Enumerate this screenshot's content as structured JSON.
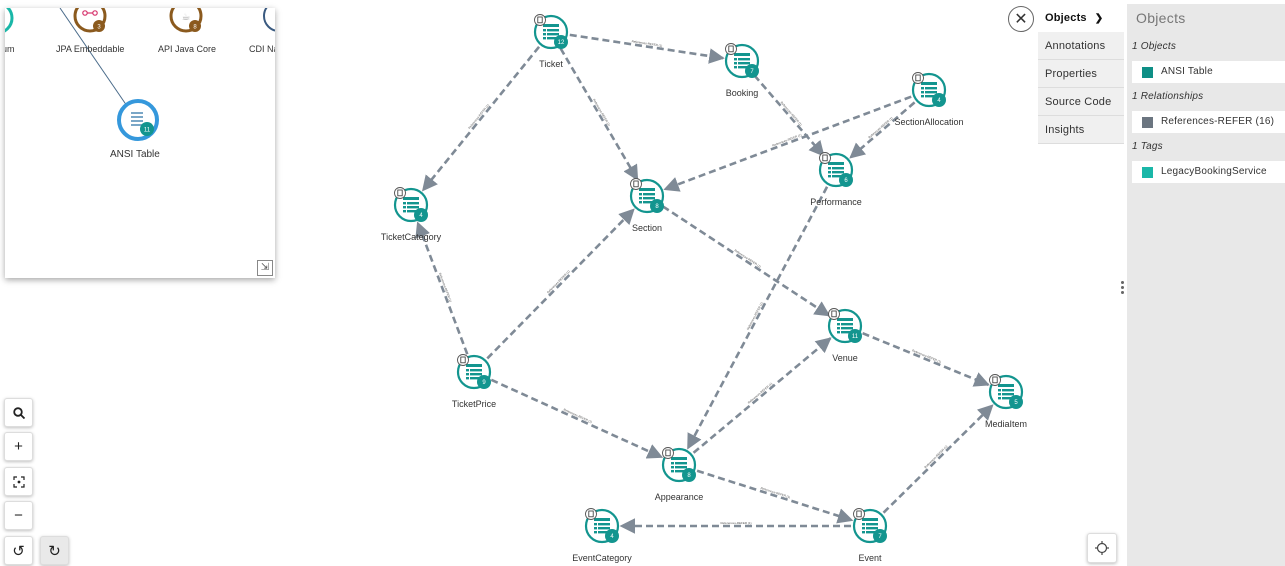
{
  "colors": {
    "node_ring": "#13958f",
    "edge": "#7f8a96",
    "minimap_brown": "#8b5a1e",
    "minimap_blue": "#3598dc",
    "swatch_object": "#0e8f86",
    "swatch_relationship": "#6b7580",
    "swatch_tag": "#1ab7a8"
  },
  "graph": {
    "nodes": [
      {
        "id": "ticket",
        "label": "Ticket",
        "badge": "12"
      },
      {
        "id": "booking",
        "label": "Booking",
        "badge": "7"
      },
      {
        "id": "section_allocation",
        "label": "SectionAllocation",
        "badge": "4"
      },
      {
        "id": "ticket_category",
        "label": "TicketCategory",
        "badge": "4"
      },
      {
        "id": "section",
        "label": "Section",
        "badge": "8"
      },
      {
        "id": "performance",
        "label": "Performance",
        "badge": "6"
      },
      {
        "id": "venue",
        "label": "Venue",
        "badge": "11"
      },
      {
        "id": "ticket_price",
        "label": "TicketPrice",
        "badge": "9"
      },
      {
        "id": "media_item",
        "label": "MediaItem",
        "badge": "5"
      },
      {
        "id": "appearance",
        "label": "Appearance",
        "badge": "8"
      },
      {
        "id": "event_category",
        "label": "EventCategory",
        "badge": "4"
      },
      {
        "id": "event",
        "label": "Event",
        "badge": "7"
      }
    ],
    "edges": [
      {
        "from": "ticket",
        "to": "booking",
        "label": "References-REFER (1)"
      },
      {
        "from": "ticket",
        "to": "ticket_category",
        "label": "References-REFER (1)"
      },
      {
        "from": "ticket",
        "to": "section",
        "label": "References-REFER (1)"
      },
      {
        "from": "booking",
        "to": "performance",
        "label": "References-REFER (1)"
      },
      {
        "from": "section_allocation",
        "to": "section",
        "label": "References-REFER (1)"
      },
      {
        "from": "section_allocation",
        "to": "performance",
        "label": "References-REFER (1)"
      },
      {
        "from": "ticket_price",
        "to": "ticket_category",
        "label": "References-REFER (1)"
      },
      {
        "from": "ticket_price",
        "to": "section",
        "label": "References-REFER (1)"
      },
      {
        "from": "ticket_price",
        "to": "appearance",
        "label": "References-REFER (1)"
      },
      {
        "from": "section",
        "to": "venue",
        "label": "References-REFER (1)"
      },
      {
        "from": "performance",
        "to": "appearance",
        "label": "References-REFER (1)"
      },
      {
        "from": "appearance",
        "to": "venue",
        "label": "References-REFER (1)"
      },
      {
        "from": "appearance",
        "to": "event",
        "label": "References-REFER (1)"
      },
      {
        "from": "venue",
        "to": "media_item",
        "label": "References-REFER (1)"
      },
      {
        "from": "event",
        "to": "media_item",
        "label": "References-REFER (1)"
      },
      {
        "from": "event",
        "to": "event_category",
        "label": "References-REFER (1)"
      }
    ]
  },
  "minimap": {
    "labels": [
      "um",
      "JPA Embeddable",
      "API Java Core",
      "CDI Na"
    ],
    "focus_label": "ANSI Table",
    "badges": [
      "3",
      "8",
      "11"
    ],
    "resize_icon": "expand-icon"
  },
  "toolbar": {
    "zoom_search_icon": "magnifier-icon",
    "zoom_in": "+",
    "fit_icon": "fit-to-screen-icon",
    "zoom_out": "−",
    "undo": "↺",
    "redo": "↻"
  },
  "close": "✕",
  "tabs": {
    "active": "Objects",
    "items": [
      "Annotations",
      "Properties",
      "Source Code",
      "Insights"
    ]
  },
  "panel": {
    "title": "Objects",
    "objects_head": "1 Objects",
    "objects": [
      "ANSI Table"
    ],
    "relationships_head": "1 Relationships",
    "relationships": [
      "References-REFER (16)"
    ],
    "tags_head": "1 Tags",
    "tags": [
      "LegacyBookingService"
    ]
  }
}
